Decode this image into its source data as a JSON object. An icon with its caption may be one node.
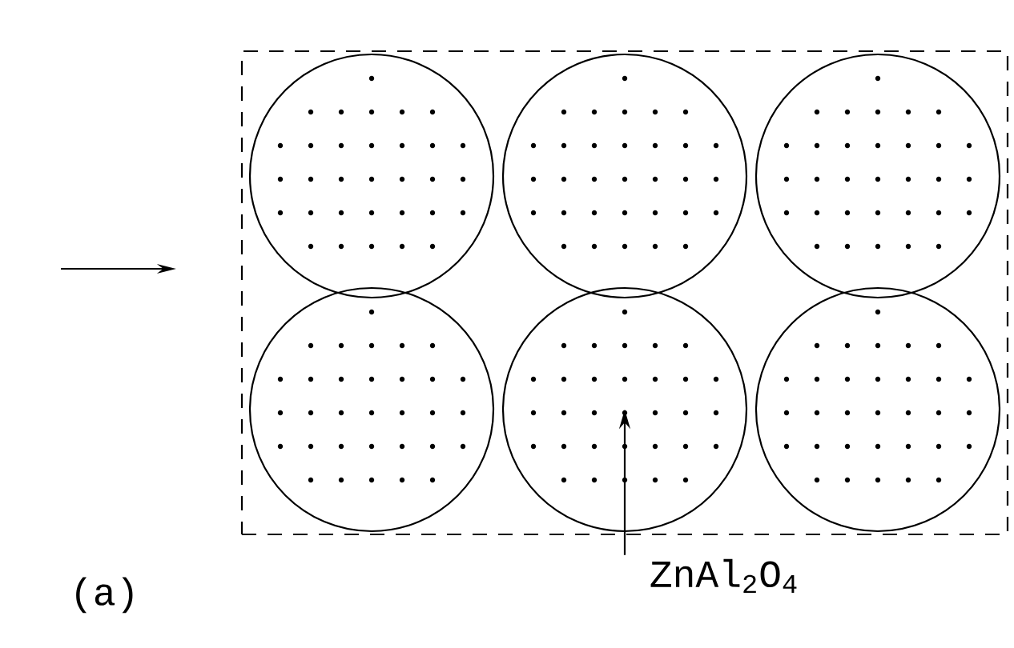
{
  "diagram": {
    "nodes": [
      {
        "text": [],
        "shape": "box"
      },
      {
        "text": [],
        "shape": "circle",
        "in": 0
      },
      {
        "text": [],
        "shape": "circle",
        "in": 0
      },
      {
        "text": [],
        "shape": "circle",
        "in": 0
      },
      {
        "text": [],
        "shape": "circle",
        "in": 0
      },
      {
        "text": [],
        "shape": "circle",
        "in": 0
      },
      {
        "text": [],
        "shape": "circle",
        "in": 0
      },
      {
        "text": [
          "ZnAl$_{2}$O$_{4}$"
        ]
      }
    ],
    "edges": [
      {
        "from": 7,
        "to": 5,
        "arrow": "to"
      }
    ],
    "labels": [
      "(a)"
    ]
  }
}
